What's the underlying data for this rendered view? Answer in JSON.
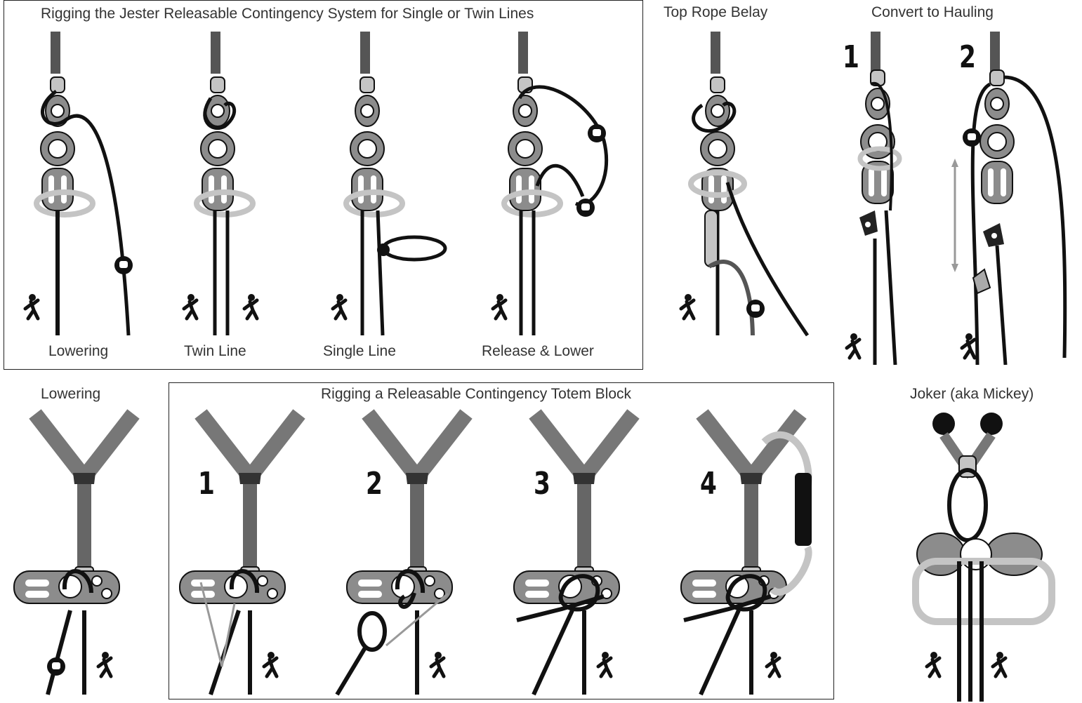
{
  "top_panel": {
    "title": "Rigging the Jester Releasable Contingency System for Single or Twin Lines",
    "captions": [
      "Lowering",
      "Twin Line",
      "Single Line",
      "Release & Lower"
    ]
  },
  "top_rope_belay": {
    "title": "Top Rope Belay"
  },
  "convert_to_hauling": {
    "title": "Convert to Hauling",
    "steps": [
      "1",
      "2"
    ]
  },
  "lowering_bottom": {
    "title": "Lowering"
  },
  "totem_panel": {
    "title": "Rigging a Releasable Contingency Totem Block",
    "steps": [
      "1",
      "2",
      "3",
      "4"
    ]
  },
  "joker": {
    "title": "Joker (aka Mickey)"
  },
  "colors": {
    "sling": "#5a5a5a",
    "plate": "#8c8c8c",
    "carabiner": "#c4c4c4",
    "rope": "#111111",
    "arrow": "#999999"
  }
}
